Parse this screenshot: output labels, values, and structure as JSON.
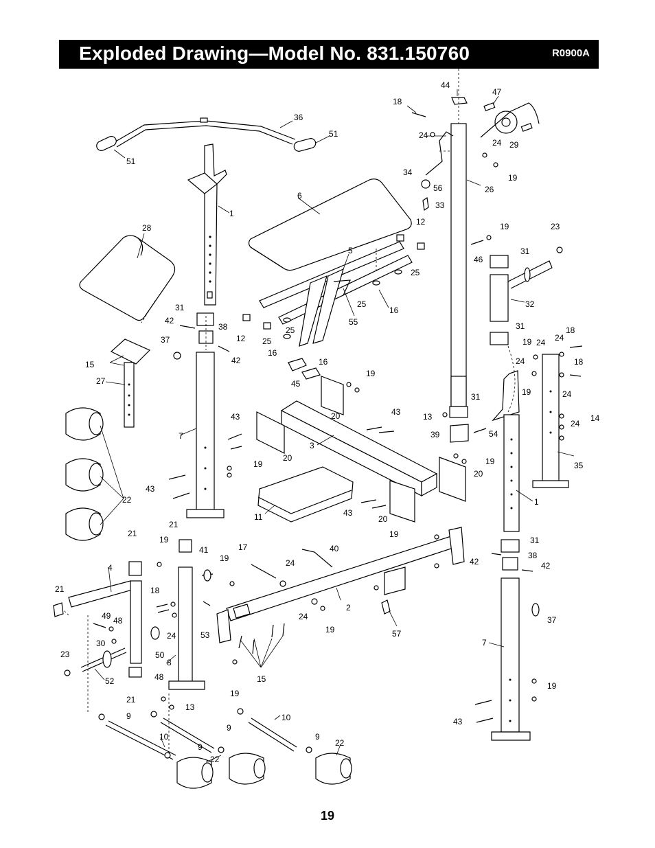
{
  "header": {
    "title": "Exploded Drawing—Model No. 831.150760",
    "code": "R0900A"
  },
  "footer": {
    "page_number": "19"
  },
  "callouts": [
    {
      "id": "c1",
      "text": "44"
    },
    {
      "id": "c2",
      "text": "47"
    },
    {
      "id": "c3",
      "text": "18"
    },
    {
      "id": "c4",
      "text": "36"
    },
    {
      "id": "c5",
      "text": "24"
    },
    {
      "id": "c6",
      "text": "24"
    },
    {
      "id": "c7",
      "text": "29"
    },
    {
      "id": "c8",
      "text": "51"
    },
    {
      "id": "c9",
      "text": "51"
    },
    {
      "id": "c10",
      "text": "19"
    },
    {
      "id": "c11",
      "text": "34"
    },
    {
      "id": "c12",
      "text": "56"
    },
    {
      "id": "c13",
      "text": "26"
    },
    {
      "id": "c14",
      "text": "6"
    },
    {
      "id": "c15",
      "text": "33"
    },
    {
      "id": "c16",
      "text": "1"
    },
    {
      "id": "c17",
      "text": "12"
    },
    {
      "id": "c18",
      "text": "28"
    },
    {
      "id": "c19",
      "text": "19"
    },
    {
      "id": "c20",
      "text": "23"
    },
    {
      "id": "c21",
      "text": "5"
    },
    {
      "id": "c22",
      "text": "46"
    },
    {
      "id": "c23",
      "text": "31"
    },
    {
      "id": "c24",
      "text": "25"
    },
    {
      "id": "c25",
      "text": "32"
    },
    {
      "id": "c26",
      "text": "25"
    },
    {
      "id": "c27",
      "text": "16"
    },
    {
      "id": "c28",
      "text": "55"
    },
    {
      "id": "c29",
      "text": "31"
    },
    {
      "id": "c30",
      "text": "31"
    },
    {
      "id": "c31",
      "text": "38"
    },
    {
      "id": "c32",
      "text": "42"
    },
    {
      "id": "c33",
      "text": "12"
    },
    {
      "id": "c34",
      "text": "25"
    },
    {
      "id": "c35",
      "text": "37"
    },
    {
      "id": "c36",
      "text": "25"
    },
    {
      "id": "c37",
      "text": "42"
    },
    {
      "id": "c38",
      "text": "16"
    },
    {
      "id": "c39",
      "text": "16"
    },
    {
      "id": "c40",
      "text": "15"
    },
    {
      "id": "c41",
      "text": "18"
    },
    {
      "id": "c42",
      "text": "19"
    },
    {
      "id": "c43",
      "text": "24"
    },
    {
      "id": "c44",
      "text": "24"
    },
    {
      "id": "c45",
      "text": "18"
    },
    {
      "id": "c46",
      "text": "24"
    },
    {
      "id": "c47",
      "text": "27"
    },
    {
      "id": "c48",
      "text": "45"
    },
    {
      "id": "c49",
      "text": "19"
    },
    {
      "id": "c50",
      "text": "19"
    },
    {
      "id": "c51",
      "text": "24"
    },
    {
      "id": "c52",
      "text": "31"
    },
    {
      "id": "c53",
      "text": "13"
    },
    {
      "id": "c54",
      "text": "14"
    },
    {
      "id": "c55",
      "text": "24"
    },
    {
      "id": "c56",
      "text": "7"
    },
    {
      "id": "c57",
      "text": "43"
    },
    {
      "id": "c58",
      "text": "20"
    },
    {
      "id": "c59",
      "text": "43"
    },
    {
      "id": "c60",
      "text": "39"
    },
    {
      "id": "c61",
      "text": "54"
    },
    {
      "id": "c62",
      "text": "3"
    },
    {
      "id": "c63",
      "text": "20"
    },
    {
      "id": "c64",
      "text": "19"
    },
    {
      "id": "c65",
      "text": "19"
    },
    {
      "id": "c66",
      "text": "35"
    },
    {
      "id": "c67",
      "text": "43"
    },
    {
      "id": "c68",
      "text": "20"
    },
    {
      "id": "c69",
      "text": "22"
    },
    {
      "id": "c70",
      "text": "11"
    },
    {
      "id": "c71",
      "text": "43"
    },
    {
      "id": "c72",
      "text": "20"
    },
    {
      "id": "c73",
      "text": "1"
    },
    {
      "id": "c74",
      "text": "21"
    },
    {
      "id": "c75",
      "text": "21"
    },
    {
      "id": "c76",
      "text": "19"
    },
    {
      "id": "c77",
      "text": "19"
    },
    {
      "id": "c78",
      "text": "31"
    },
    {
      "id": "c79",
      "text": "41"
    },
    {
      "id": "c80",
      "text": "17"
    },
    {
      "id": "c81",
      "text": "40"
    },
    {
      "id": "c82",
      "text": "38"
    },
    {
      "id": "c83",
      "text": "4"
    },
    {
      "id": "c84",
      "text": "19"
    },
    {
      "id": "c85",
      "text": "24"
    },
    {
      "id": "c86",
      "text": "42"
    },
    {
      "id": "c87",
      "text": "42"
    },
    {
      "id": "c88",
      "text": "21"
    },
    {
      "id": "c89",
      "text": "18"
    },
    {
      "id": "c90",
      "text": "2"
    },
    {
      "id": "c91",
      "text": "49"
    },
    {
      "id": "c92",
      "text": "48"
    },
    {
      "id": "c93",
      "text": "24"
    },
    {
      "id": "c94",
      "text": "19"
    },
    {
      "id": "c95",
      "text": "37"
    },
    {
      "id": "c96",
      "text": "24"
    },
    {
      "id": "c97",
      "text": "53"
    },
    {
      "id": "c98",
      "text": "57"
    },
    {
      "id": "c99",
      "text": "30"
    },
    {
      "id": "c100",
      "text": "50"
    },
    {
      "id": "c101",
      "text": "7"
    },
    {
      "id": "c102",
      "text": "23"
    },
    {
      "id": "c103",
      "text": "8"
    },
    {
      "id": "c104",
      "text": "52"
    },
    {
      "id": "c105",
      "text": "15"
    },
    {
      "id": "c106",
      "text": "48"
    },
    {
      "id": "c107",
      "text": "19"
    },
    {
      "id": "c108",
      "text": "19"
    },
    {
      "id": "c109",
      "text": "21"
    },
    {
      "id": "c110",
      "text": "13"
    },
    {
      "id": "c111",
      "text": "43"
    },
    {
      "id": "c112",
      "text": "9"
    },
    {
      "id": "c113",
      "text": "9"
    },
    {
      "id": "c114",
      "text": "10"
    },
    {
      "id": "c115",
      "text": "10"
    },
    {
      "id": "c116",
      "text": "9"
    },
    {
      "id": "c117",
      "text": "9"
    },
    {
      "id": "c118",
      "text": "22"
    },
    {
      "id": "c119",
      "text": "22"
    }
  ]
}
